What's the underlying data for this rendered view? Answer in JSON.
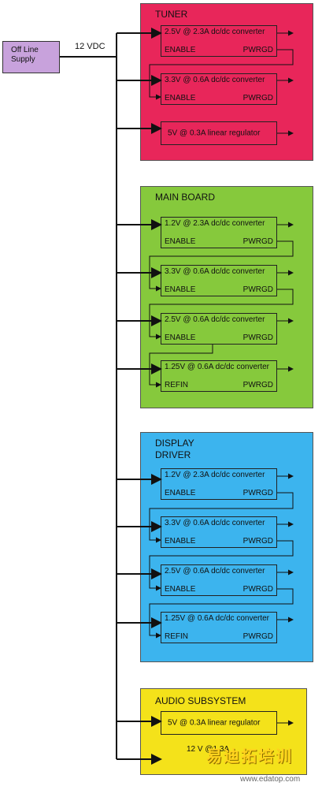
{
  "supply": {
    "label": "Off Line\nSupply"
  },
  "bus_label": "12 VDC",
  "groups": [
    {
      "title": "TUNER",
      "color": "#e8265a",
      "items": [
        {
          "kind": "conv",
          "text": "2.5V @ 2.3A  dc/dc converter",
          "left": "ENABLE",
          "right": "PWRGD"
        },
        {
          "kind": "conv",
          "text": "3.3V @ 0.6A  dc/dc converter",
          "left": "ENABLE",
          "right": "PWRGD"
        },
        {
          "kind": "lin",
          "text": "5V @ 0.3A  linear regulator"
        }
      ]
    },
    {
      "title": "MAIN BOARD",
      "color": "#86c93c",
      "items": [
        {
          "kind": "conv",
          "text": "1.2V @ 2.3A  dc/dc converter",
          "left": "ENABLE",
          "right": "PWRGD"
        },
        {
          "kind": "conv",
          "text": "3.3V @ 0.6A  dc/dc converter",
          "left": "ENABLE",
          "right": "PWRGD"
        },
        {
          "kind": "conv",
          "text": "2.5V @ 0.6A  dc/dc converter",
          "left": "ENABLE",
          "right": "PWRGD"
        },
        {
          "kind": "conv",
          "text": "1.25V @ 0.6A  dc/dc converter",
          "left": "REFIN",
          "right": "PWRGD"
        }
      ]
    },
    {
      "title": "DISPLAY\nDRIVER",
      "color": "#3cb4ee",
      "items": [
        {
          "kind": "conv",
          "text": "1.2V @ 2.3A  dc/dc converter",
          "left": "ENABLE",
          "right": "PWRGD"
        },
        {
          "kind": "conv",
          "text": "3.3V @ 0.6A  dc/dc converter",
          "left": "ENABLE",
          "right": "PWRGD"
        },
        {
          "kind": "conv",
          "text": "2.5V @ 0.6A  dc/dc converter",
          "left": "ENABLE",
          "right": "PWRGD"
        },
        {
          "kind": "conv",
          "text": "1.25V @ 0.6A  dc/dc converter",
          "left": "REFIN",
          "right": "PWRGD"
        }
      ]
    },
    {
      "title": "AUDIO SUBSYSTEM",
      "color": "#f4e21a",
      "items": [
        {
          "kind": "lin",
          "text": "5V @ 0.3A  linear regulator"
        }
      ]
    }
  ],
  "audio_bus_label": "12 V @1.3A",
  "watermark": {
    "text": "易迪拓培训",
    "url": "www.edatop.com"
  }
}
